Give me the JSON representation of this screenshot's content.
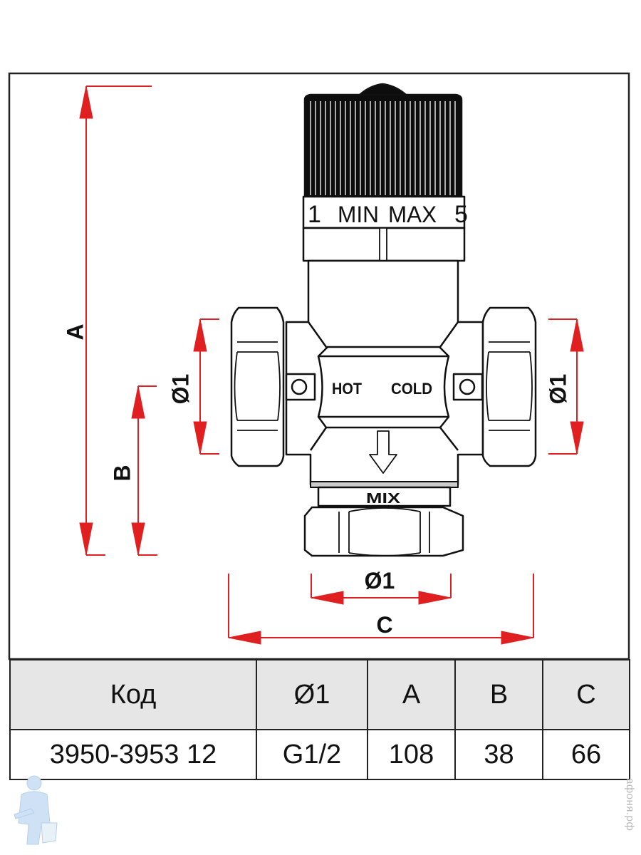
{
  "drawing": {
    "title": "Thermostatic mixing valve dimensional drawing",
    "knob_scale": {
      "left_mark": "1",
      "min_label": "MIN",
      "max_label": "MAX",
      "right_mark": "5"
    },
    "port_labels": {
      "hot": "HOT",
      "cold": "COLD",
      "mix": "MIX"
    },
    "dimension_labels": {
      "a": "A",
      "b": "B",
      "c": "C",
      "diameter_left": "Ø1",
      "diameter_right": "Ø1",
      "diameter_bottom": "Ø1"
    },
    "colors": {
      "dimension_line": "#e02020",
      "outline": "#111111",
      "knob": "#0d0d0d",
      "table_header_bg": "#e6e6e6"
    }
  },
  "table": {
    "headers": [
      "Код",
      "Ø1",
      "A",
      "B",
      "C"
    ],
    "rows": [
      [
        "3950-3953 12",
        "G1/2",
        "108",
        "38",
        "66"
      ]
    ]
  },
  "watermark": "афоня.рф"
}
